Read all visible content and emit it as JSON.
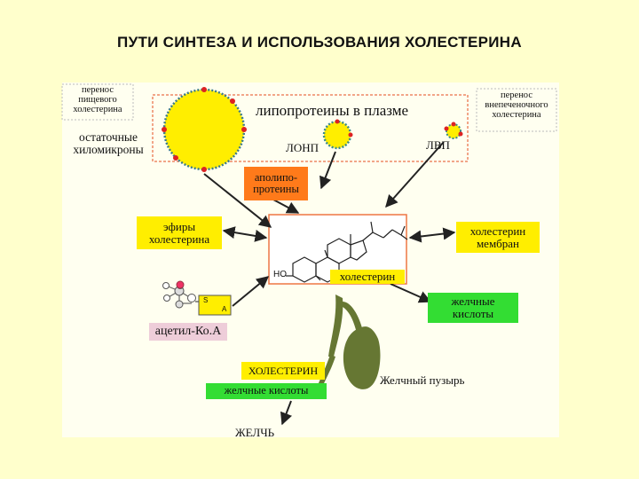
{
  "title": "ПУТИ СИНТЕЗА И ИСПОЛЬЗОВАНИЯ ХОЛЕСТЕРИНА",
  "labels": {
    "food_transfer": [
      "перенос",
      "пищевого",
      "холестерина"
    ],
    "plasma_lipoproteins": "липопротеины в плазме",
    "extrahepatic_transfer": [
      "перенос",
      "внепеченочного",
      "холестерина"
    ],
    "chylomicron_remnants": [
      "остаточные",
      "хиломикроны"
    ],
    "ldl": "ЛОНП",
    "hdl": "ЛВП",
    "apolipoproteins": [
      "аполипо-",
      "протеины"
    ],
    "cholesterol_esters": [
      "эфиры",
      "холестерина"
    ],
    "membrane_cholesterol": [
      "холестерин",
      "мембран"
    ],
    "cholesterol": "холестерин",
    "ho": "HO",
    "bile_acids_box": [
      "желчные",
      "кислоты"
    ],
    "acetyl_coa": "ацетил-Ко.А",
    "coa_s": "S",
    "coa_a": "A",
    "bile_cholesterol": "ХОЛЕСТЕРИН",
    "bile_acids_bottom": "желчные кислоты",
    "gallbladder": "Желчный пузырь",
    "bile": "ЖЕЛЧЬ"
  },
  "colors": {
    "page_bg": "#ffffcc",
    "panel_bg": "#fffff0",
    "yellow": "#ffee00",
    "orange": "#ff7a1a",
    "green": "#33dd33",
    "pink": "#eecdd9",
    "gallbladder": "#667733",
    "dashed_border": "#ee8866"
  }
}
